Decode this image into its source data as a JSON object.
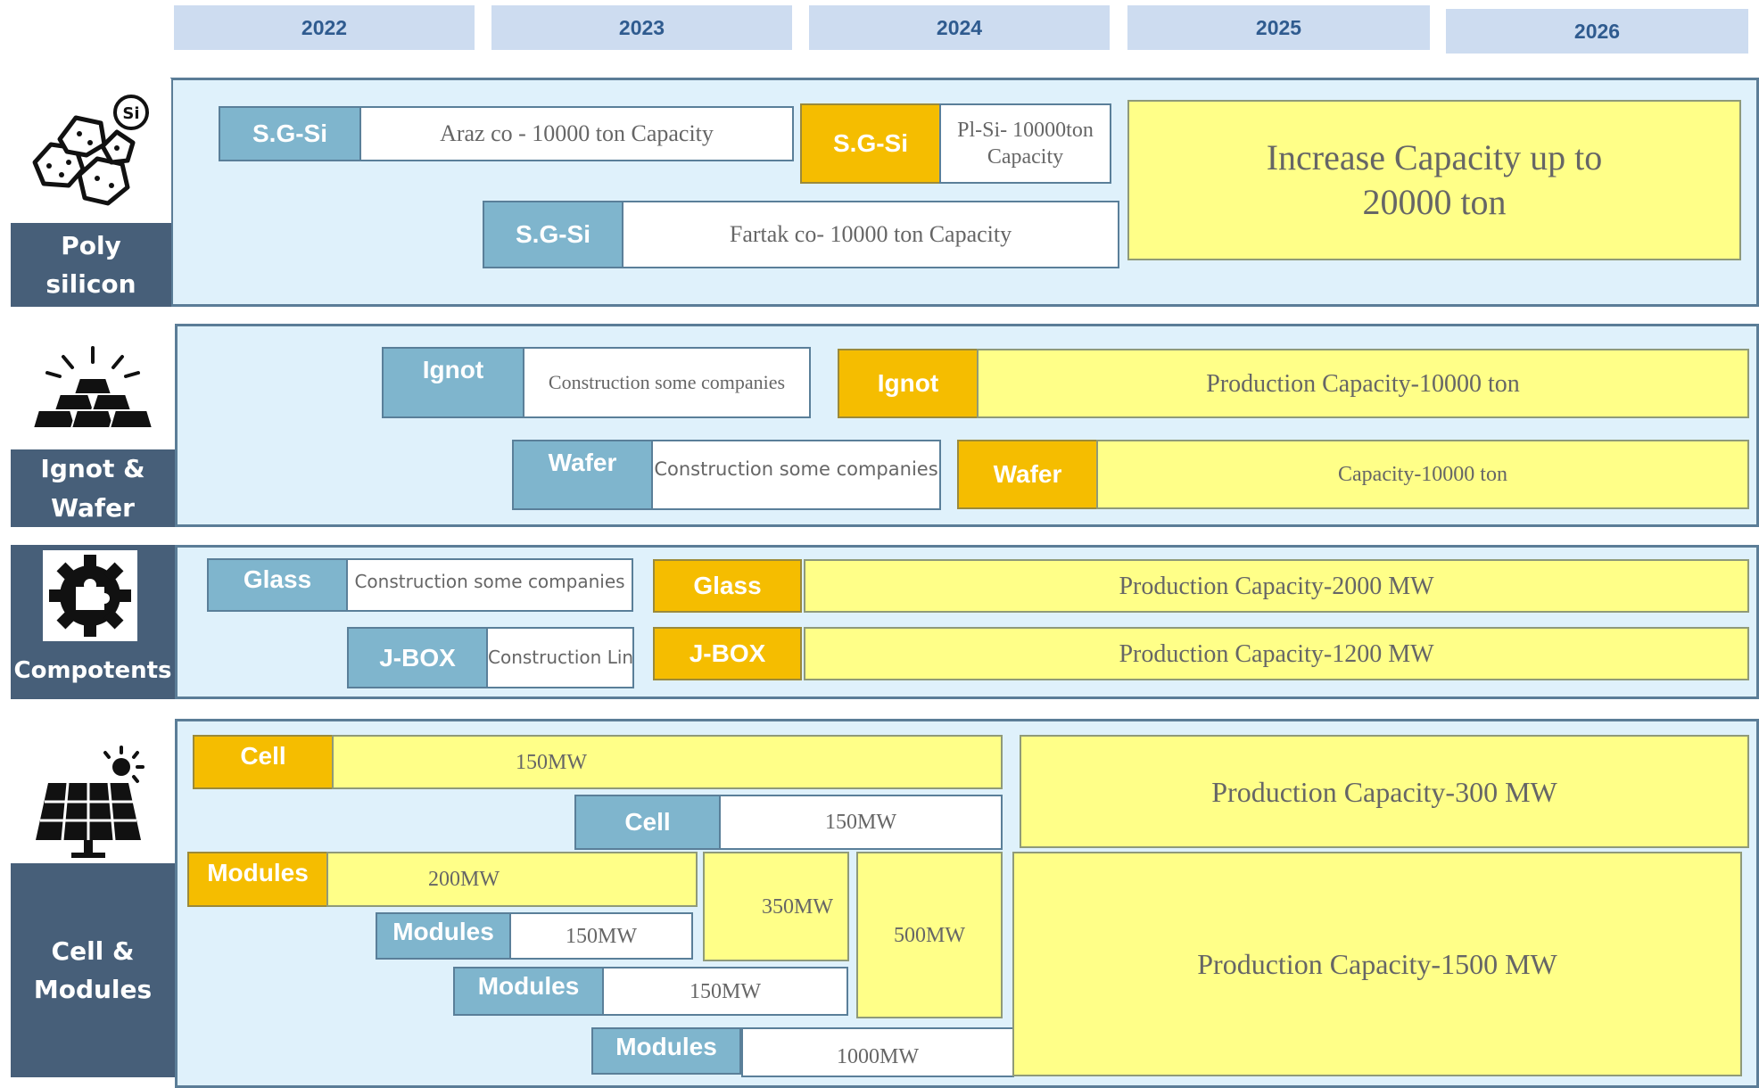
{
  "years": [
    "2022",
    "2023",
    "2024",
    "2025",
    "2026"
  ],
  "categories": {
    "polysilicon": {
      "label": "Poly silicon",
      "icon": "polysilicon-rocks-icon"
    },
    "ingot_wafer": {
      "label": "Ignot & Wafer",
      "icon": "ingot-bars-icon"
    },
    "components": {
      "label": "Compotents",
      "icon": "gear-puzzle-icon"
    },
    "cell_modules": {
      "label": "Cell & Modules",
      "icon": "solar-panel-icon"
    }
  },
  "si_badge": "Si",
  "polysilicon": {
    "sgsi_1": "S.G-Si",
    "araz": "Araz co - 10000 ton Capacity",
    "sgsi_2": "S.G-Si",
    "plsi": "Pl-Si- 10000ton Capacity",
    "sgsi_3": "S.G-Si",
    "fartak": "Fartak co- 10000 ton Capacity",
    "increase": "Increase Capacity up to 20000 ton"
  },
  "ingot_wafer": {
    "ingot_1": "Ignot",
    "ingot_construction": "Construction some companies",
    "ingot_2": "Ignot",
    "ingot_production": "Production Capacity-10000 ton",
    "wafer_1": "Wafer",
    "wafer_construction": "Construction some companies",
    "wafer_2": "Wafer",
    "wafer_capacity": "Capacity-10000 ton"
  },
  "components": {
    "glass_1": "Glass",
    "glass_construction": "Construction some companies",
    "glass_2": "Glass",
    "glass_production": "Production Capacity-2000 MW",
    "jbox_1": "J-BOX",
    "jbox_construction": "Construction Lines",
    "jbox_2": "J-BOX",
    "jbox_production": "Production Capacity-1200 MW"
  },
  "cell_modules": {
    "cell_1": "Cell",
    "cell_1_value": "150MW",
    "cell_2": "Cell",
    "cell_2_value": "150MW",
    "cell_capacity": "Production Capacity-300 MW",
    "modules_1": "Modules",
    "modules_1_value": "200MW",
    "modules_350": "350MW",
    "modules_500": "500MW",
    "modules_2": "Modules",
    "modules_2_value": "150MW",
    "modules_3": "Modules",
    "modules_3_value": "150MW",
    "modules_4": "Modules",
    "modules_4_value": "1000MW",
    "modules_capacity": "Production Capacity-1500 MW"
  },
  "colors": {
    "header": "#cddcf0",
    "panel": "#dff1fb",
    "category_label": "#475f79",
    "tag_blue": "#7fb5cd",
    "tag_gold": "#f5bd00",
    "box_yellow": "#ffff88"
  }
}
